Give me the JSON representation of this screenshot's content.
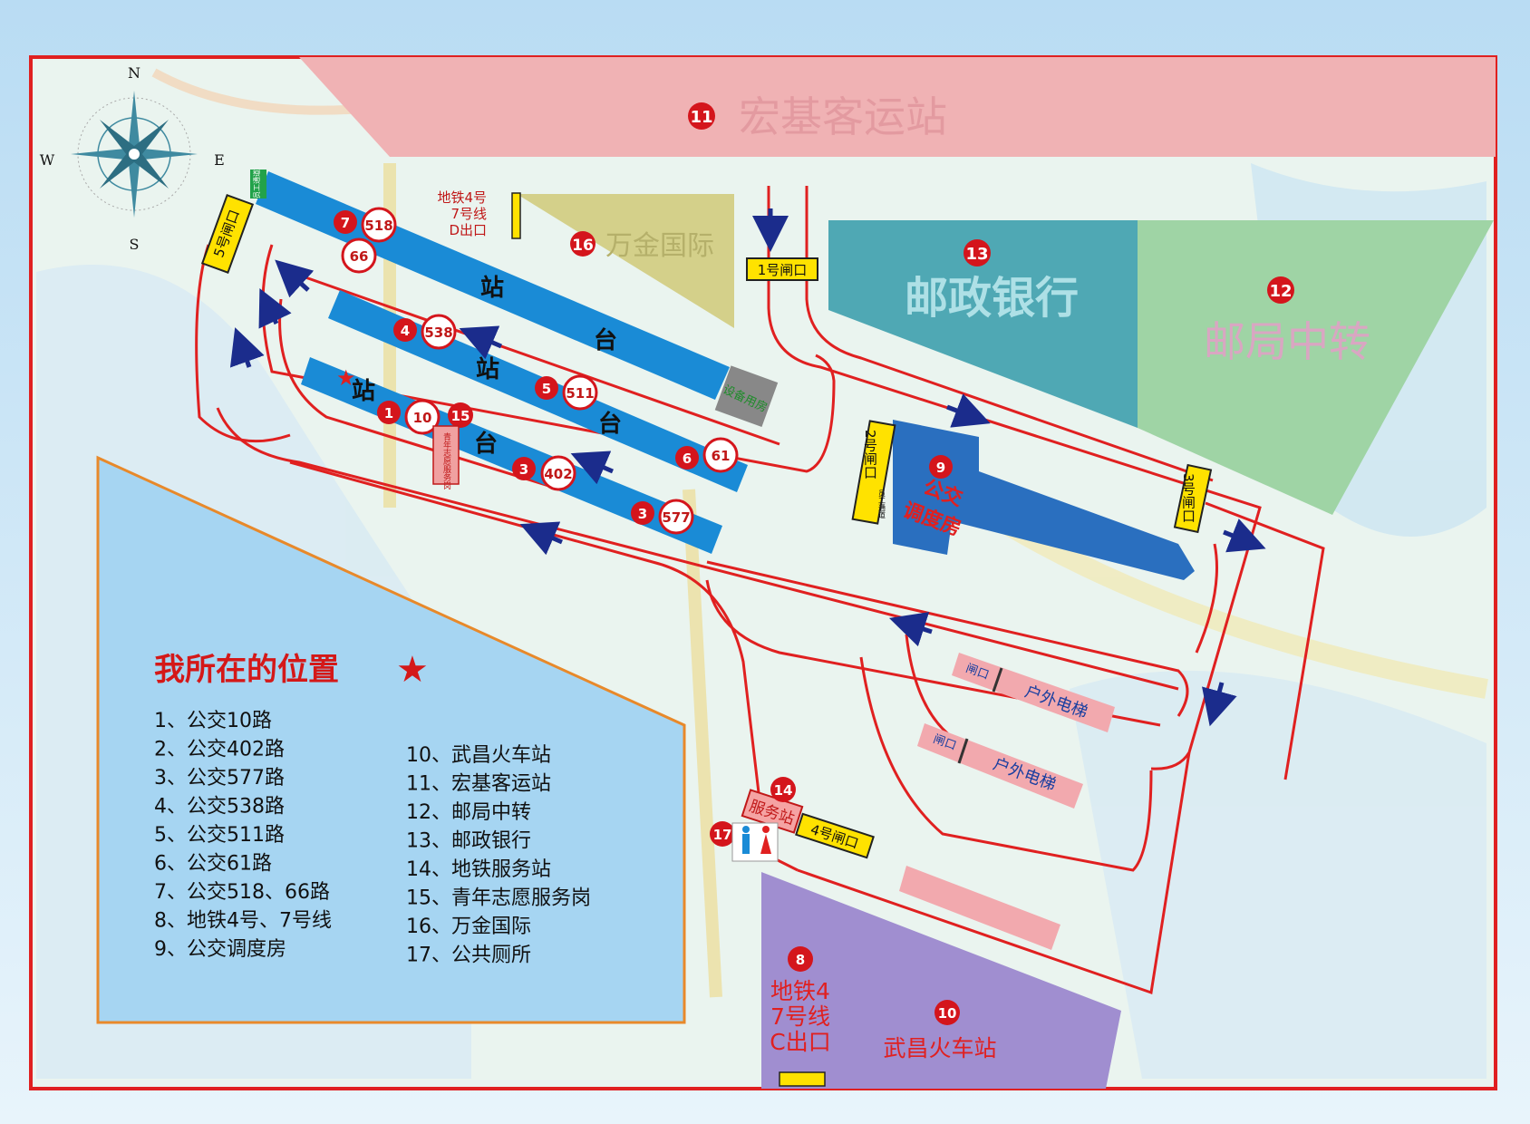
{
  "compass": {
    "n": "N",
    "s": "S",
    "e": "E",
    "w": "W"
  },
  "areas": {
    "a11": {
      "num": "11",
      "name": "宏基客运站"
    },
    "a13": {
      "num": "13",
      "name": "邮政银行"
    },
    "a12": {
      "num": "12",
      "name": "邮局中转"
    },
    "a16": {
      "num": "16",
      "name": "万金国际"
    },
    "a9": {
      "num": "9",
      "name1": "公交",
      "name2": "调度房"
    },
    "a8": {
      "num": "8",
      "line1": "地铁4",
      "line2": "7号线",
      "line3": "C出口"
    },
    "a10": {
      "num": "10",
      "name": "武昌火车站"
    },
    "a14": {
      "num": "14",
      "name": "服务站"
    },
    "a17": {
      "num": "17"
    },
    "a15": {
      "num": "15",
      "sign": "青年志愿服务岗"
    }
  },
  "metro_d": {
    "line1": "地铁4号",
    "line2": "7号线",
    "line3": "D出口"
  },
  "gates": {
    "g1": "1号闸口",
    "g2": "2号闸口",
    "g2_small": "员工通道",
    "g3": "3号闸口",
    "g4": "4号闸口",
    "g5": "5号闸口",
    "small_green": "员工通道",
    "equip": "设备用房",
    "booth1": "闸口",
    "booth2": "闸口"
  },
  "platform_chars": {
    "zhan": "站",
    "tai": "台"
  },
  "escalators": {
    "e1": "户外电梯",
    "e2": "户外电梯"
  },
  "stops": [
    {
      "num": "7",
      "route": "518"
    },
    {
      "num": "",
      "route": "66"
    },
    {
      "num": "4",
      "route": "538"
    },
    {
      "num": "5",
      "route": "511"
    },
    {
      "num": "6",
      "route": "61"
    },
    {
      "num": "1",
      "route": "10"
    },
    {
      "num": "3",
      "route": "402"
    },
    {
      "num": "3",
      "route": "577"
    }
  ],
  "legend": {
    "title": "我所在的位置",
    "star": "★",
    "col1": [
      "1、公交10路",
      "2、公交402路",
      "3、公交577路",
      "4、公交538路",
      "5、公交511路",
      "6、公交61路",
      "7、公交518、66路",
      "8、地铁4号、7号线",
      "9、公交调度房"
    ],
    "col2": [
      "10、武昌火车站",
      "11、宏基客运站",
      "12、邮局中转",
      "13、邮政银行",
      "14、地铁服务站",
      "15、青年志愿服务岗",
      "16、万金国际",
      "17、公共厕所"
    ]
  },
  "colors": {
    "border": "#e02020",
    "platform": "#1a8bd6",
    "bubble": "#d4151c",
    "hongji": "#f0b2b4",
    "post_bank": "#4fa8b4",
    "post_transfer": "#9fd4a5",
    "wanjin": "#d4d08a",
    "legend_bg": "#a6d5f2",
    "station": "#a08ed0"
  }
}
